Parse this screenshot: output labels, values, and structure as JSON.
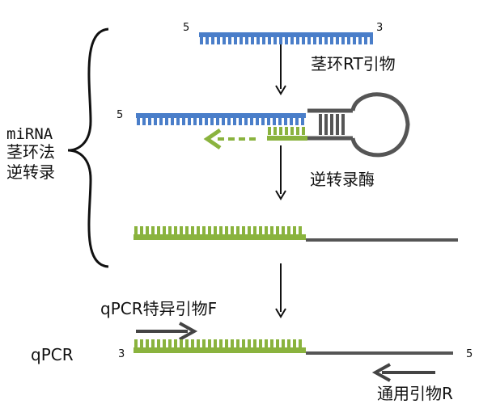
{
  "colors": {
    "mirna": "#4a7ec9",
    "cdna": "#8ab33e",
    "stem_loop": "#555555",
    "arrow": "#111111",
    "primer_arrow": "#444444"
  },
  "left_labels": {
    "line1": "miRNA",
    "line2": "茎环法",
    "line3": "逆转录"
  },
  "stage1": {
    "end5": "5",
    "end3": "3",
    "step_label": "茎环RT引物"
  },
  "stage2": {
    "end5": "5",
    "step_label": "逆转录酶"
  },
  "qpcr": {
    "label": "qPCR",
    "end3": "3",
    "end5": "5",
    "forward_primer": "qPCR特异引物F",
    "reverse_primer": "通用引物R"
  }
}
